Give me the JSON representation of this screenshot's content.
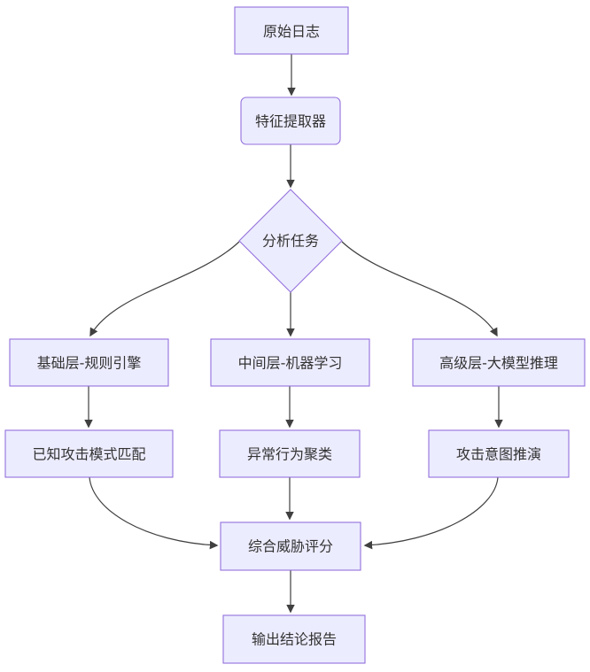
{
  "diagram": {
    "type": "flowchart",
    "direction": "top-bottom",
    "colors": {
      "node_fill": "#ECECFF",
      "node_border": "#9370DB",
      "edge_line": "#404040",
      "text": "#333333",
      "background": "#FFFFFF"
    },
    "nodes": [
      {
        "id": "raw-log",
        "label": "原始日志",
        "shape": "rect"
      },
      {
        "id": "feature-extractor",
        "label": "特征提取器",
        "shape": "rounded-rect"
      },
      {
        "id": "analysis-task",
        "label": "分析任务",
        "shape": "diamond"
      },
      {
        "id": "base-layer",
        "label": "基础层-规则引擎",
        "shape": "rect"
      },
      {
        "id": "middle-layer",
        "label": "中间层-机器学习",
        "shape": "rect"
      },
      {
        "id": "advanced-layer",
        "label": "高级层-大模型推理",
        "shape": "rect"
      },
      {
        "id": "known-attack",
        "label": "已知攻击模式匹配",
        "shape": "rect"
      },
      {
        "id": "anomaly-cluster",
        "label": "异常行为聚类",
        "shape": "rect"
      },
      {
        "id": "attack-intent",
        "label": "攻击意图推演",
        "shape": "rect"
      },
      {
        "id": "threat-score",
        "label": "综合威胁评分",
        "shape": "rect"
      },
      {
        "id": "output-report",
        "label": "输出结论报告",
        "shape": "rect"
      }
    ],
    "edges": [
      {
        "from": "raw-log",
        "to": "feature-extractor",
        "label": ""
      },
      {
        "from": "feature-extractor",
        "to": "analysis-task",
        "label": ""
      },
      {
        "from": "analysis-task",
        "to": "base-layer",
        "label": ""
      },
      {
        "from": "analysis-task",
        "to": "middle-layer",
        "label": ""
      },
      {
        "from": "analysis-task",
        "to": "advanced-layer",
        "label": ""
      },
      {
        "from": "base-layer",
        "to": "known-attack",
        "label": ""
      },
      {
        "from": "middle-layer",
        "to": "anomaly-cluster",
        "label": ""
      },
      {
        "from": "advanced-layer",
        "to": "attack-intent",
        "label": ""
      },
      {
        "from": "known-attack",
        "to": "threat-score",
        "label": ""
      },
      {
        "from": "anomaly-cluster",
        "to": "threat-score",
        "label": ""
      },
      {
        "from": "attack-intent",
        "to": "threat-score",
        "label": ""
      },
      {
        "from": "threat-score",
        "to": "output-report",
        "label": ""
      }
    ]
  }
}
